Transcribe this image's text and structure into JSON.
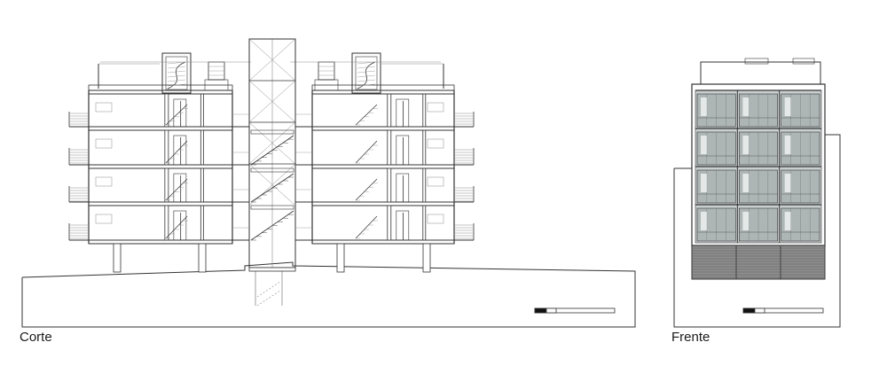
{
  "labels": {
    "section": "Corte",
    "front": "Frente"
  },
  "colors": {
    "line": "#333333",
    "fine_line": "#8a8a8a",
    "glass": "#c9d0cf",
    "glass_dark": "#aeb6b5",
    "louver": "#8f8f8f",
    "fill": "#ffffff"
  },
  "drawing": {
    "section_floors": 4,
    "front_floors": 4,
    "front_bays": 3
  }
}
